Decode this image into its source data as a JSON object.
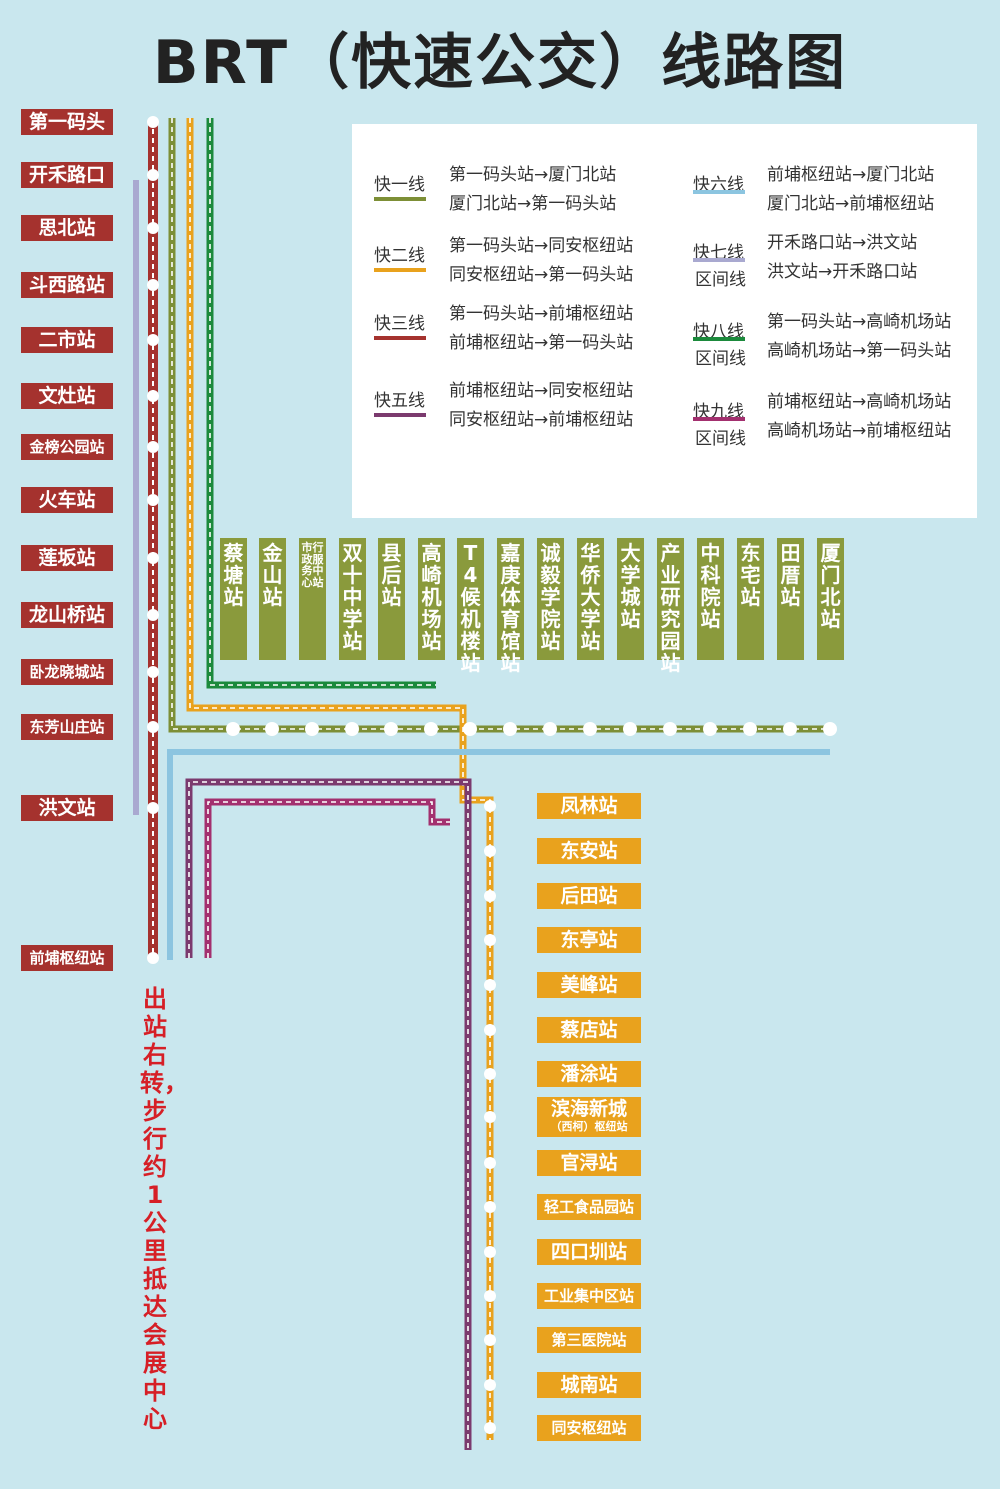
{
  "title": "BRT（快速公交）线路图",
  "west_stations": [
    "第一码头",
    "开禾路口",
    "思北站",
    "斗西路站",
    "二市站",
    "文灶站",
    "金榜公园站",
    "火车站",
    "莲坂站",
    "龙山桥站",
    "卧龙晓城站",
    "东芳山庄站",
    "洪文站",
    "前埔枢纽站"
  ],
  "airport_stations": [
    "蔡塘站",
    "金山站",
    "市行政服务中心站",
    "双十中学站",
    "县后站",
    "高崎机场站",
    "T4候机楼站",
    "嘉庚体育馆站",
    "诚毅学院站",
    "华侨大学站",
    "大学城站",
    "产业研究园站",
    "中科院站",
    "东宅站",
    "田厝站",
    "厦门北站"
  ],
  "south_stations": [
    {
      "name": "凤林站"
    },
    {
      "name": "东安站"
    },
    {
      "name": "后田站"
    },
    {
      "name": "东亭站"
    },
    {
      "name": "美峰站"
    },
    {
      "name": "蔡店站"
    },
    {
      "name": "潘涂站"
    },
    {
      "name": "滨海新城",
      "sub": "（西柯）枢纽站"
    },
    {
      "name": "官浔站"
    },
    {
      "name": "轻工食品园站"
    },
    {
      "name": "四口圳站"
    },
    {
      "name": "工业集中区站"
    },
    {
      "name": "第三医院站"
    },
    {
      "name": "城南站"
    },
    {
      "name": "同安枢纽站"
    }
  ],
  "legend": {
    "left": [
      {
        "name": "快一线",
        "color": "#7d8f36",
        "r1": "第一码头站→厦门北站",
        "r2": "厦门北站→第一码头站"
      },
      {
        "name": "快二线",
        "color": "#e9a21d",
        "r1": "第一码头站→同安枢纽站",
        "r2": "同安枢纽站→第一码头站"
      },
      {
        "name": "快三线",
        "color": "#a5322e",
        "r1": "第一码头站→前埔枢纽站",
        "r2": "前埔枢纽站→第一码头站"
      },
      {
        "name": "快五线",
        "color": "#7b3a6e",
        "r1": "前埔枢纽站→同安枢纽站",
        "r2": "同安枢纽站→前埔枢纽站"
      }
    ],
    "right": [
      {
        "name": "快六线",
        "sub": "",
        "color": "#8cc5e0",
        "r1": "前埔枢纽站→厦门北站",
        "r2": "厦门北站→前埔枢纽站"
      },
      {
        "name": "快七线",
        "sub": "区间线",
        "color": "#a9a9d0",
        "r1": "开禾路口站→洪文站",
        "r2": "洪文站→开禾路口站"
      },
      {
        "name": "快八线",
        "sub": "区间线",
        "color": "#1c8a3c",
        "r1": "第一码头站→高崎机场站",
        "r2": "高崎机场站→第一码头站"
      },
      {
        "name": "快九线",
        "sub": "区间线",
        "color": "#a3306f",
        "r1": "前埔枢纽站→高崎机场站",
        "r2": "高崎机场站→前埔枢纽站"
      }
    ]
  },
  "note": "出站右转，步行约1公里抵达会展中心"
}
